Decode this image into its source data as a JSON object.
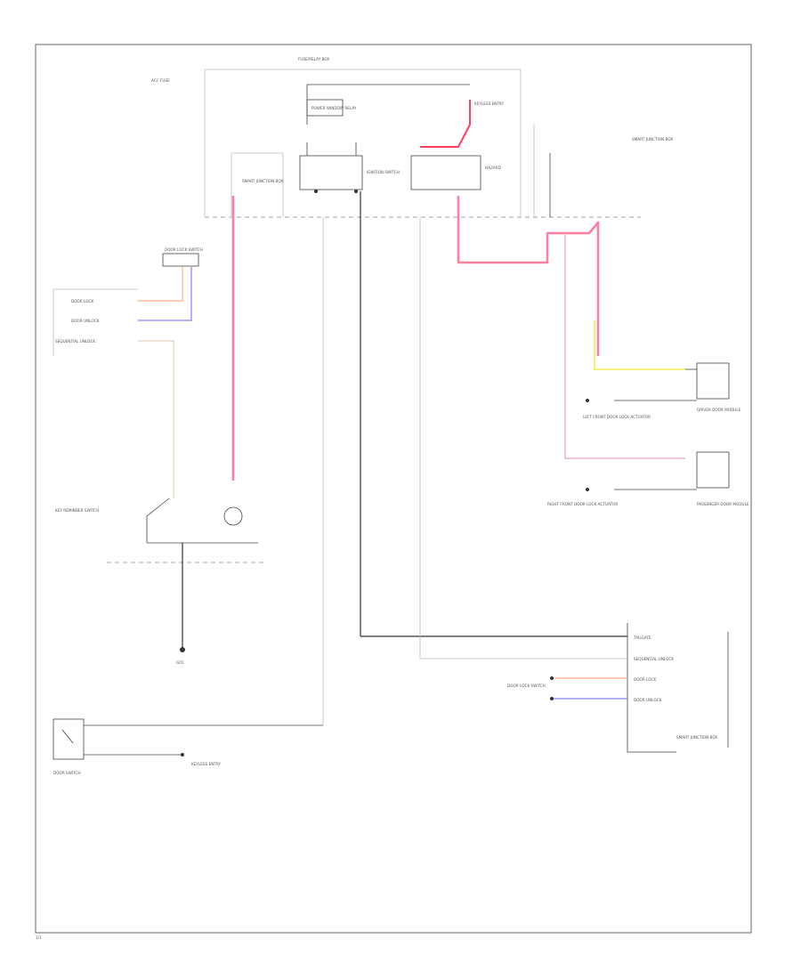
{
  "labels": {
    "fuse_relay_box": "FUSE/RELAY BOX",
    "acc_fuse": "ACC FUSE",
    "power_window_relay": "POWER WINDOW RELAY",
    "ignition_switch": "IGNITION SWITCH",
    "door_lock_switch": "DOOR LOCK SWITCH",
    "door_lock": "DOOR LOCK",
    "door_unlock": "DOOR UNLOCK",
    "sequential_unlock": "SEQUENTIAL UNLOCK",
    "smart_junction_box": "SMART JUNCTION BOX",
    "driver_door_module": "DRIVER DOOR MODULE",
    "passenger_door_module": "PASSENGER DOOR MODULE",
    "door_lock_actuator_left": "LEFT FRONT DOOR LOCK ACTUATOR",
    "door_lock_actuator_right": "RIGHT FRONT DOOR LOCK ACTUATOR",
    "key_reminder_switch": "KEY REMINDER SWITCH",
    "ground": "G01",
    "door_switch": "DOOR SWITCH",
    "tailgate": "TAILGATE",
    "keyless_entry": "KEYLESS ENTRY",
    "hazard": "HAZARD",
    "sheet_id": "1/1"
  },
  "wire_colors": {
    "red": "#ff7fa0",
    "pink": "#f0a0c0",
    "orange": "#ffb080",
    "blue": "#8080ff",
    "yellow": "#f5f07a",
    "tan": "#d8c8a0",
    "black": "#333333"
  }
}
